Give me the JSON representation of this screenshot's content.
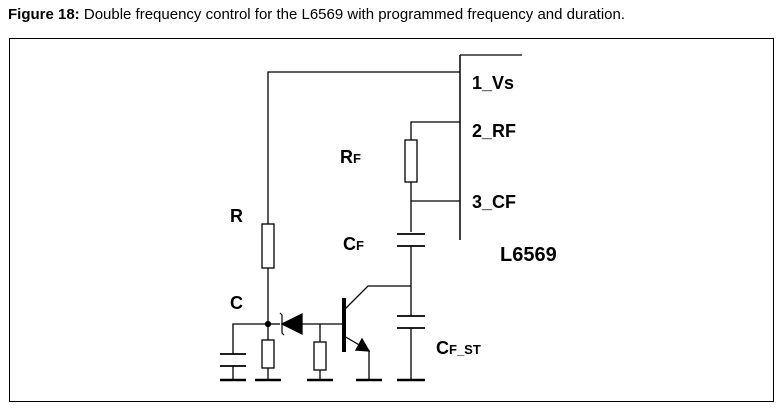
{
  "caption": {
    "prefix": "Figure 18:",
    "text": " Double frequency control for the L6569 with programmed frequency and duration."
  },
  "diagram": {
    "ic_name": "L6569",
    "pins": [
      "1_Vs",
      "2_RF",
      "3_CF"
    ],
    "components": {
      "r": "R",
      "c": "C",
      "rf_main": "R",
      "rf_sub": "F",
      "cf_main": "C",
      "cf_sub": "F",
      "cfst_main": "C",
      "cfst_sub": "F_ST"
    }
  }
}
